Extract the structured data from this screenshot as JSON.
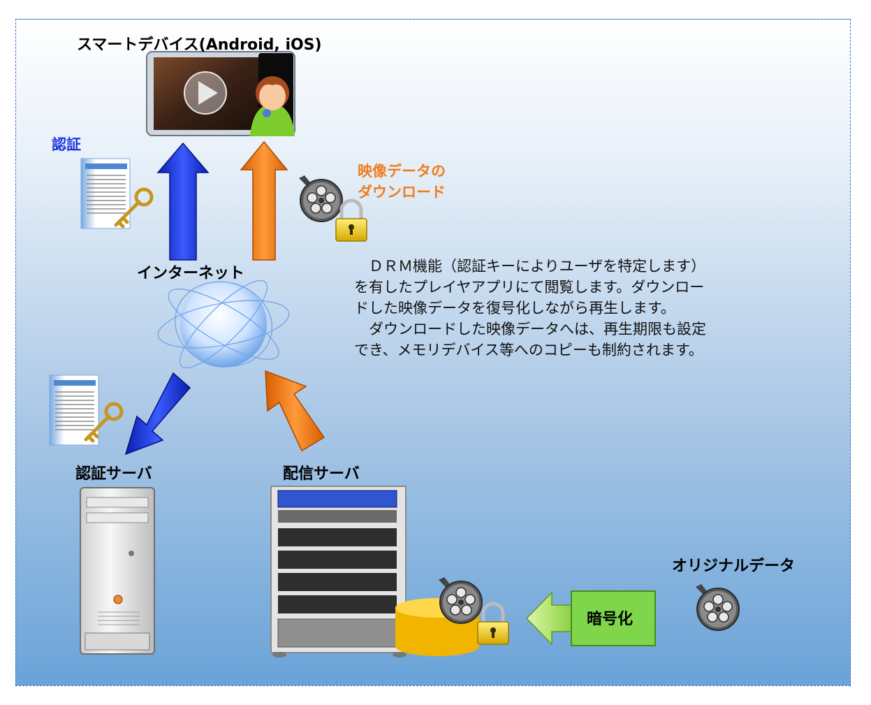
{
  "labels": {
    "smart_device": "スマートデバイス(Android, iOS)",
    "auth": "認証",
    "download_line1": "映像データの",
    "download_line2": "ダウンロード",
    "internet": "インターネット",
    "auth_server": "認証サーバ",
    "distribution_server": "配信サーバ",
    "original_data": "オリジナルデータ",
    "encryption": "暗号化"
  },
  "description": "　ＤＲＭ機能（認証キーによりユーザを特定します）\nを有したプレイヤアプリにて閲覧します。ダウンロー\nドした映像データを復号化しながら再生します。\n　ダウンロードした映像データへは、再生期限も設定\nでき、メモリデバイス等へのコピーも制約されます。",
  "colors": {
    "auth_arrow": "#1a35e0",
    "download_arrow": "#f07c1b",
    "encryption_box": "#7fd64a",
    "auth_label": "#1a35e0",
    "download_label": "#f07c1b"
  },
  "icons": [
    "smartphone-icon",
    "play-icon",
    "user-icon",
    "document-icon",
    "key-icon",
    "film-reel-icon",
    "padlock-icon",
    "globe-icon",
    "tower-server-icon",
    "rack-server-icon",
    "database-icon"
  ]
}
